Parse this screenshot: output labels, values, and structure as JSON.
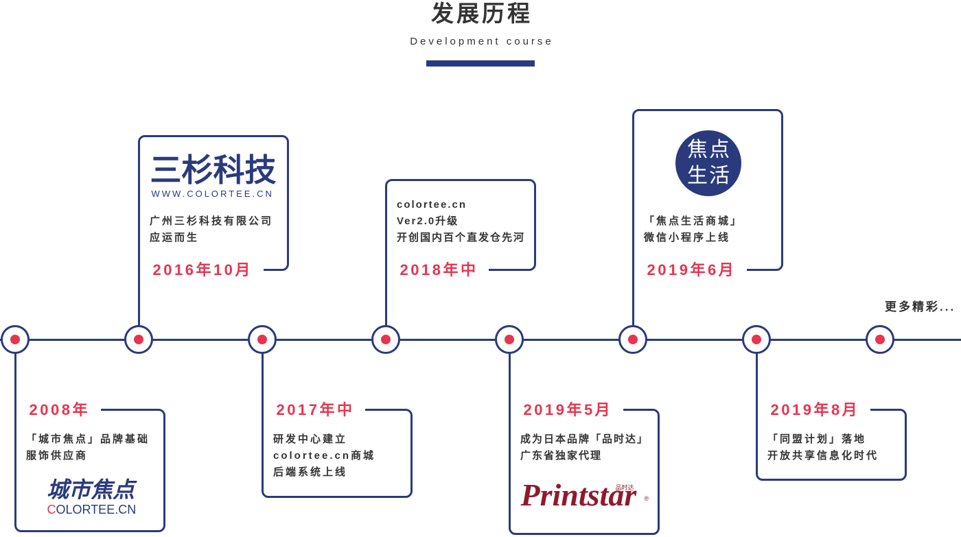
{
  "header": {
    "title": "发展历程",
    "subtitle": "Development course"
  },
  "more_label": "更多精彩...",
  "colors": {
    "navy": "#2a3a7c",
    "accent": "#e8344e",
    "text": "#333333",
    "printstar": "#8f1a2d"
  },
  "events": [
    {
      "date": "2008年",
      "lines": [
        "「城市焦点」品牌基础",
        "服饰供应商"
      ],
      "logo": {
        "main": "城市焦点",
        "sub": "COLORTEE.CN"
      }
    },
    {
      "date": "2016年10月",
      "logo": {
        "main": "三杉科技",
        "sub": "WWW.COLORTEE.CN"
      },
      "lines": [
        "广州三杉科技有限公司",
        "应运而生"
      ]
    },
    {
      "date": "2017年中",
      "lines": [
        "研发中心建立",
        "colortee.cn商城",
        "后端系统上线"
      ]
    },
    {
      "date": "2018年中",
      "lines": [
        "colortee.cn",
        "Ver2.0升级",
        "开创国内百个直发仓先河"
      ]
    },
    {
      "date": "2019年5月",
      "lines": [
        "成为日本品牌「品时达」",
        "广东省独家代理"
      ],
      "logo": {
        "main": "Printstar",
        "sub": "品时达",
        "mark": "®"
      }
    },
    {
      "date": "2019年6月",
      "logo": {
        "lines": [
          "焦点",
          "生活"
        ]
      },
      "lines": [
        "「焦点生活商城」",
        "微信小程序上线"
      ]
    },
    {
      "date": "2019年8月",
      "lines": [
        "「同盟计划」落地",
        "开放共享信息化时代"
      ]
    }
  ]
}
